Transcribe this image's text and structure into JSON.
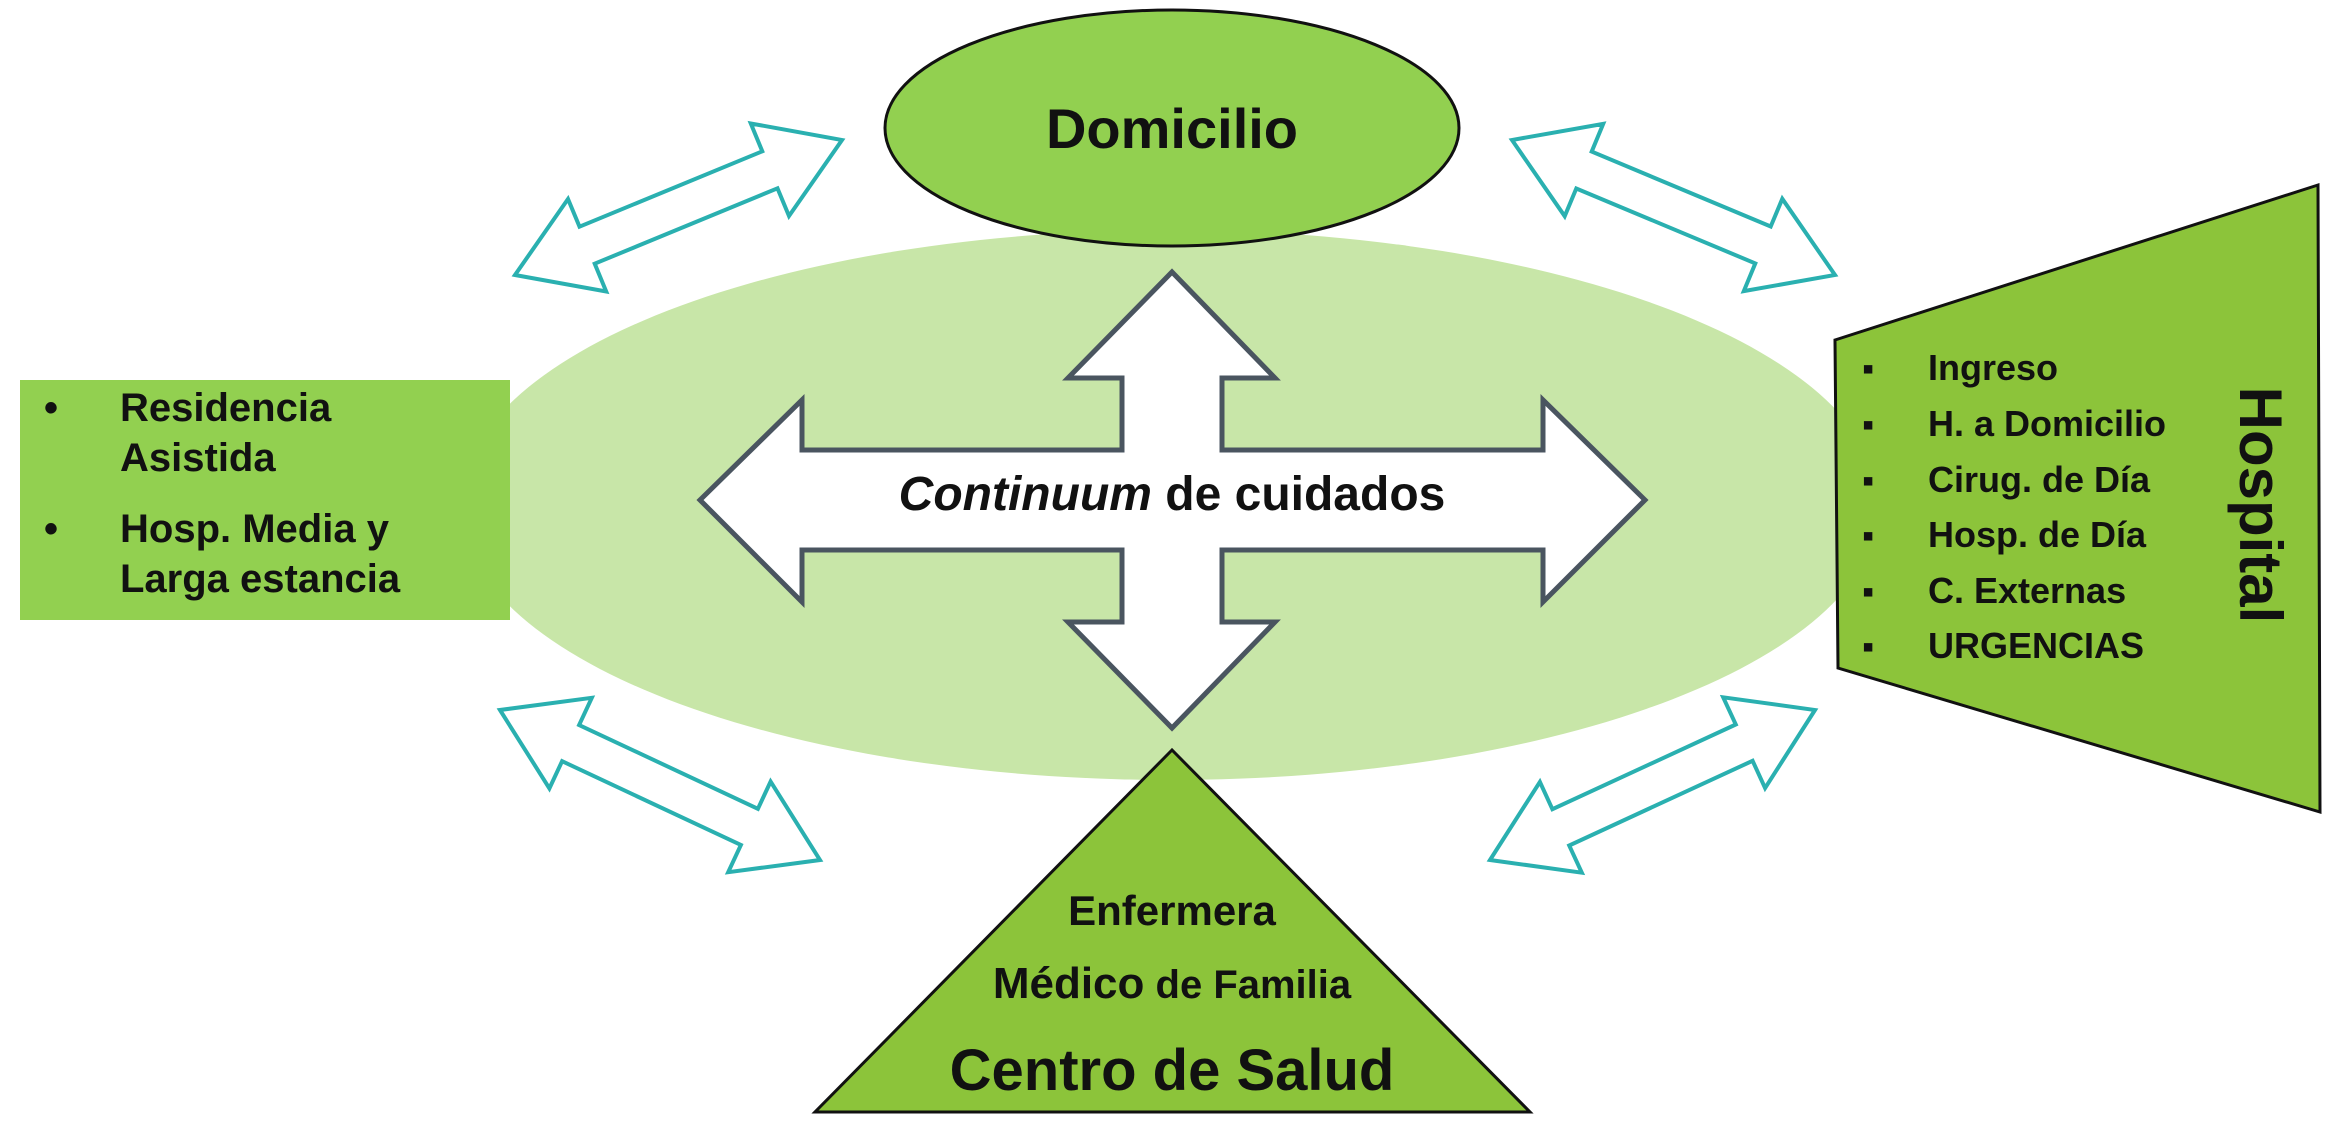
{
  "diagram": {
    "center_label_italic": "Continuum",
    "center_label_rest": " de cuidados",
    "domicilio": {
      "label": "Domicilio"
    },
    "residencia": {
      "items": [
        {
          "line1": "Residencia",
          "line2": "Asistida"
        },
        {
          "line1": "Hosp. Media y",
          "line2": "Larga estancia"
        }
      ]
    },
    "hospital": {
      "title": "Hospital",
      "items": [
        "Ingreso",
        "H. a Domicilio",
        "Cirug. de Día",
        "Hosp. de Día",
        "C. Externas",
        "URGENCIAS"
      ]
    },
    "centro_salud": {
      "line1": "Enfermera",
      "line2_a": "Médico",
      "line2_b": " de Familia",
      "title": "Centro de Salud"
    }
  },
  "colors": {
    "light_green": "#c8e6a8",
    "mid_green": "#92d050",
    "olive_green": "#8cc43a",
    "teal_arrow": "#2ab0b0",
    "arrow_stroke": "#4a5560"
  },
  "icons": {
    "bullet_round": "•",
    "bullet_square": "▪"
  }
}
